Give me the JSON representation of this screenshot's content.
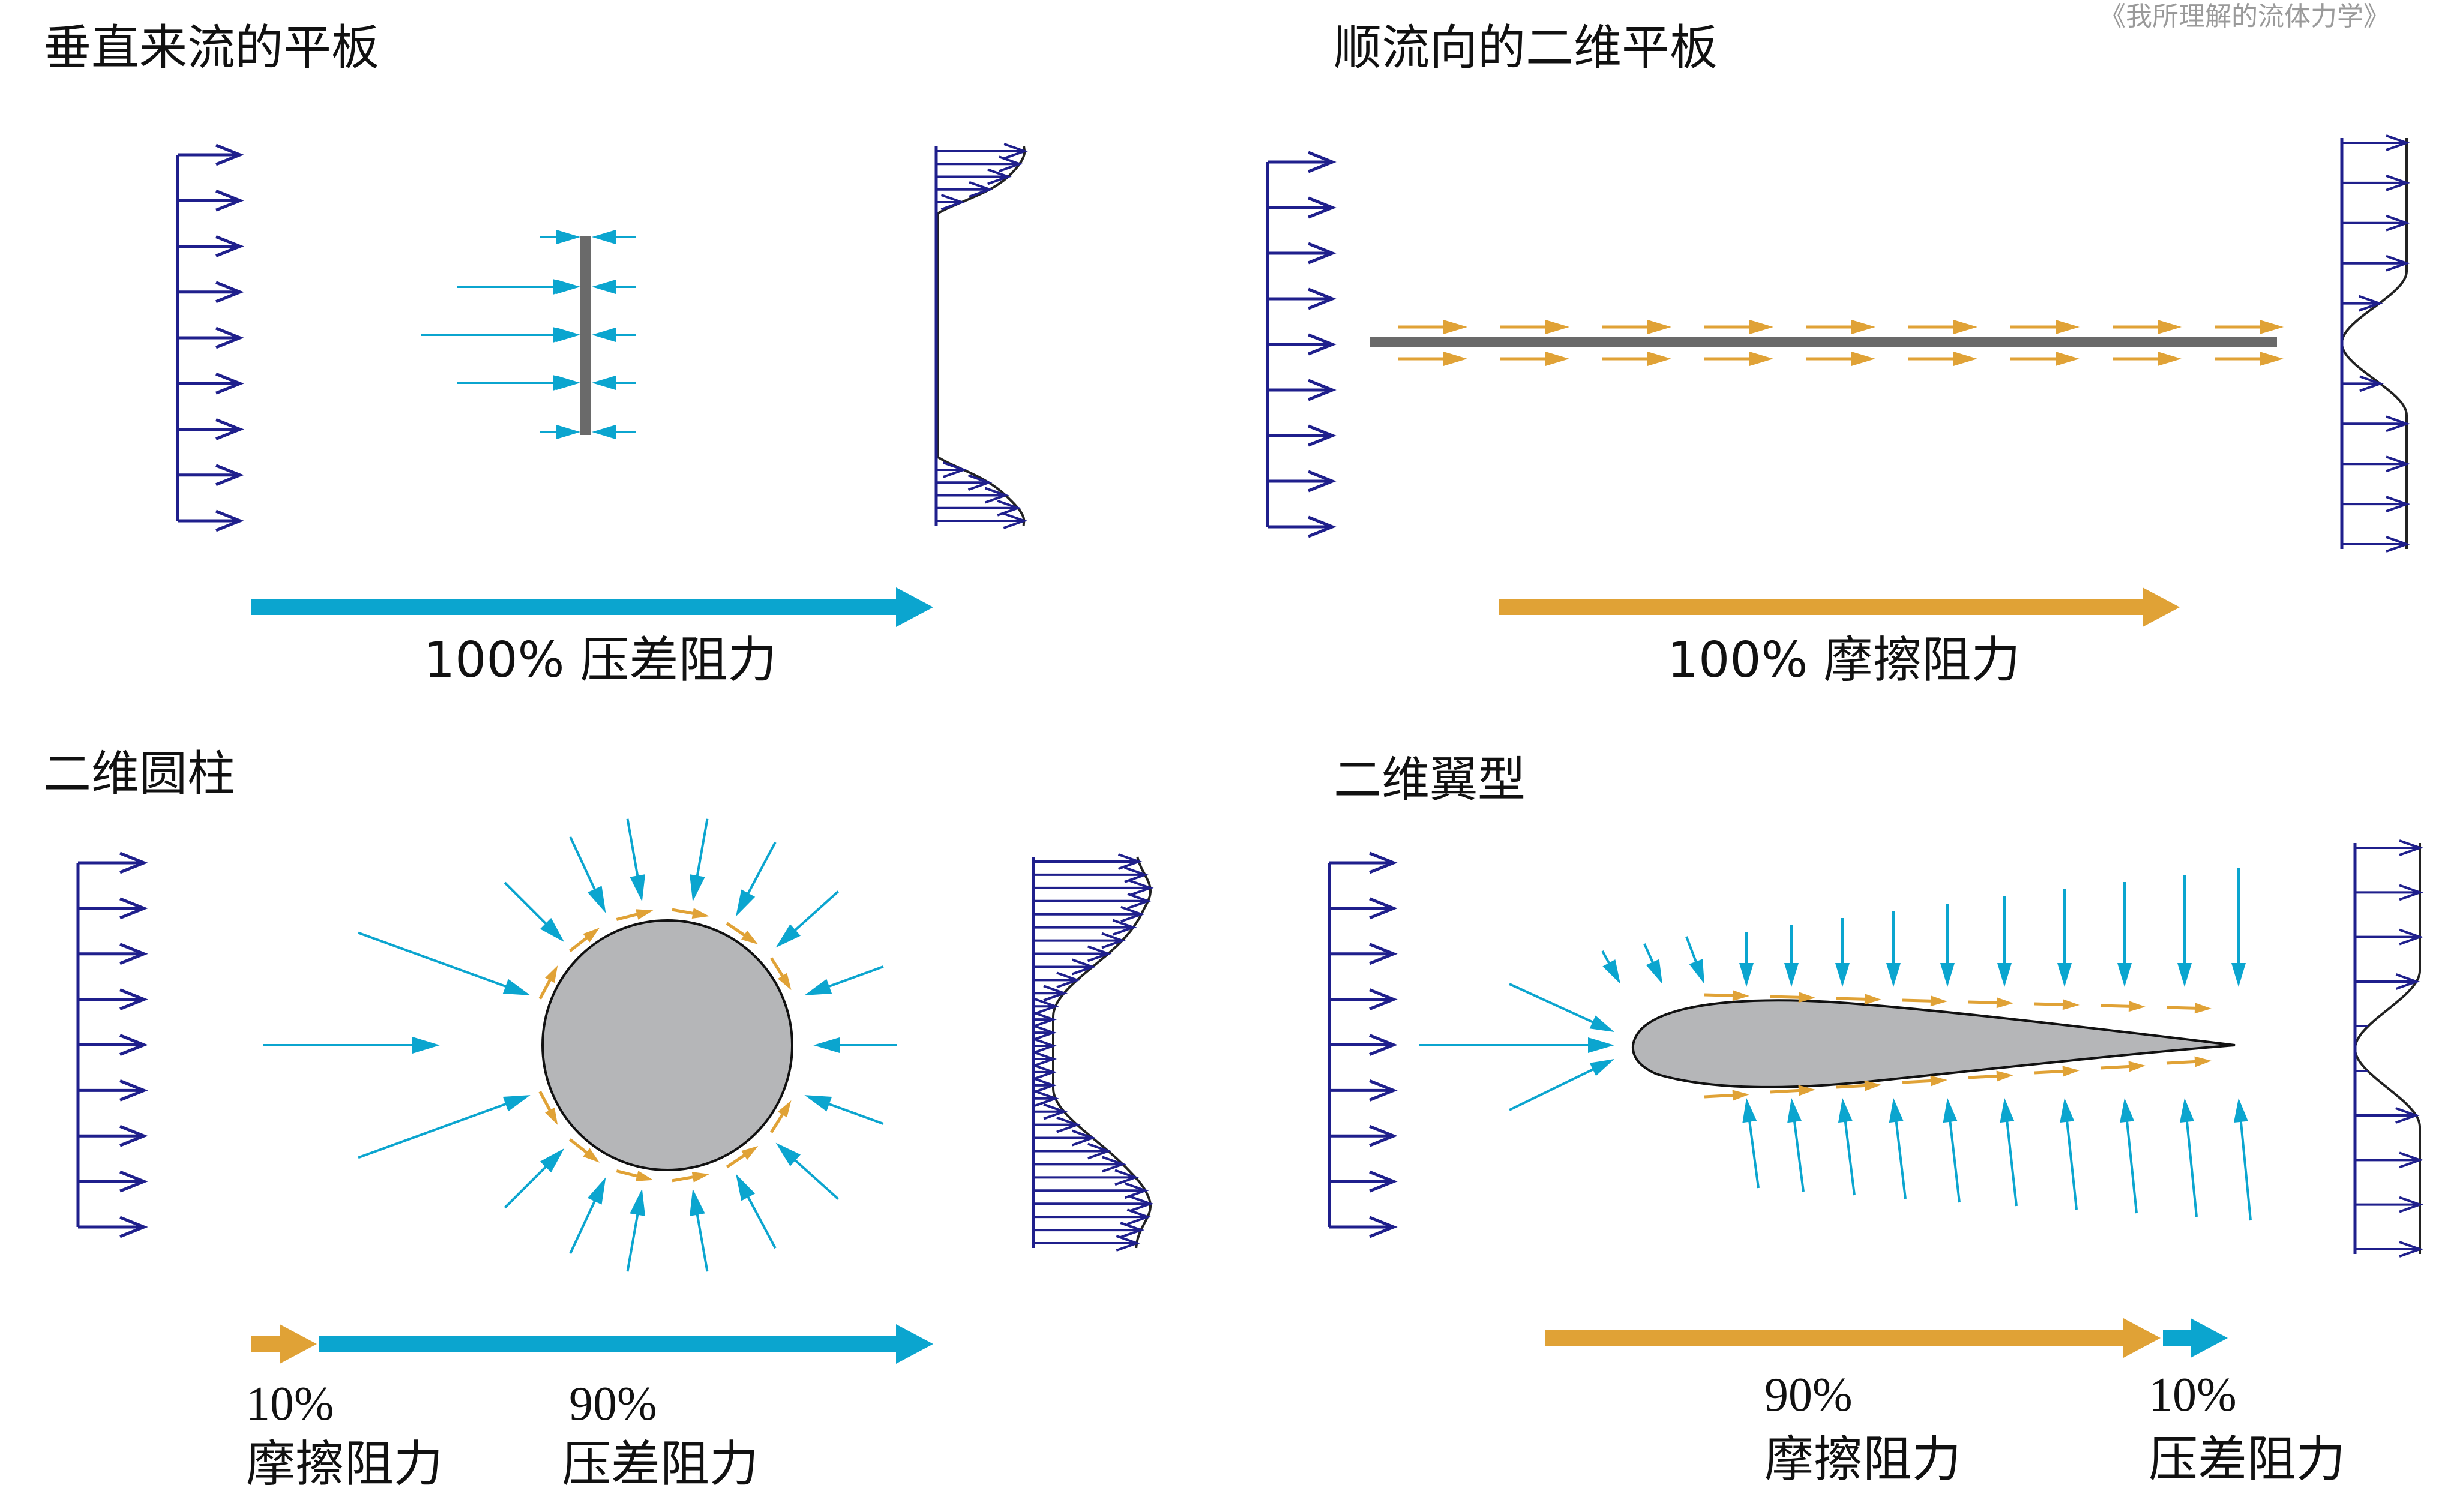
{
  "watermark": "《我所理解的流体力学》",
  "colors": {
    "profile": "#1f1f8c",
    "pressure": "#0ba5cf",
    "friction": "#e0a236",
    "body": "#b5b6b8",
    "plate": "#6a6a6a"
  },
  "panels": {
    "normal_plate": {
      "title": "垂直来流的平板",
      "drag_label": "100% 压差阻力",
      "drag_composition": [
        {
          "kind": "pressure",
          "percent": 100
        }
      ]
    },
    "parallel_plate": {
      "title": "顺流向的二维平板",
      "drag_label": "100% 摩擦阻力",
      "drag_composition": [
        {
          "kind": "friction",
          "percent": 100
        }
      ]
    },
    "cylinder": {
      "title": "二维圆柱",
      "friction_pct": "10%",
      "friction_label": "摩擦阻力",
      "pressure_pct": "90%",
      "pressure_label": "压差阻力",
      "drag_composition": [
        {
          "kind": "friction",
          "percent": 10
        },
        {
          "kind": "pressure",
          "percent": 90
        }
      ]
    },
    "airfoil": {
      "title": "二维翼型",
      "friction_pct": "90%",
      "friction_label": "摩擦阻力",
      "pressure_pct": "10%",
      "pressure_label": "压差阻力",
      "drag_composition": [
        {
          "kind": "friction",
          "percent": 90
        },
        {
          "kind": "pressure",
          "percent": 10
        }
      ]
    }
  }
}
